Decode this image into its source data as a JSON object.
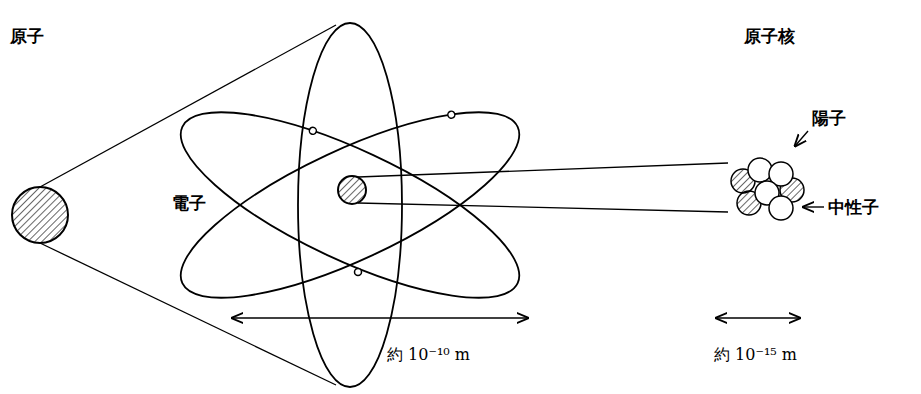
{
  "diagram": {
    "labels": [
      "原子",
      "電子",
      "原子核",
      "陽子",
      "中性子",
      "約 10⁻¹⁰ m",
      "約 10⁻¹⁵ m"
    ]
  }
}
